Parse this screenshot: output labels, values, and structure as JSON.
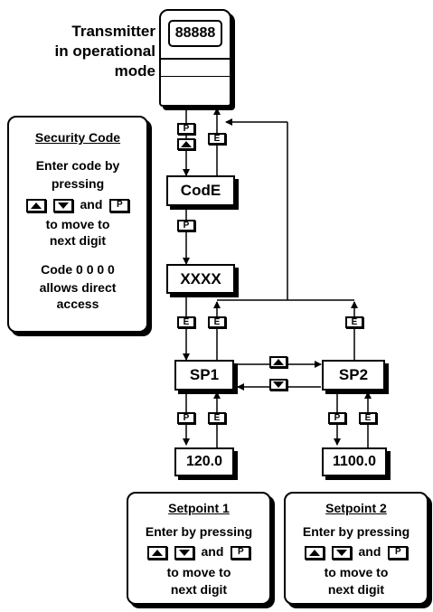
{
  "transmitter": {
    "caption_line1": "Transmitter",
    "caption_line2": "in operational",
    "caption_line3": "mode",
    "display": "88888"
  },
  "states": {
    "code": "CodE",
    "entry": "XXXX",
    "sp1": "SP1",
    "sp2": "SP2",
    "sp1_value": "120.0",
    "sp2_value": "1100.0"
  },
  "keys": {
    "p": "P",
    "e": "E"
  },
  "security_panel": {
    "title": "Security Code",
    "line1": "Enter code by",
    "line2": "pressing",
    "and": "and",
    "line4": "to move to",
    "line5": "next digit",
    "line6": "Code 0 0 0 0",
    "line7": "allows direct",
    "line8": "access"
  },
  "setpoint1_panel": {
    "title": "Setpoint 1",
    "line1": "Enter by pressing",
    "and": "and",
    "line3": "to move to",
    "line4": "next digit"
  },
  "setpoint2_panel": {
    "title": "Setpoint 2",
    "line1": "Enter by pressing",
    "and": "and",
    "line3": "to move to",
    "line4": "next digit"
  }
}
